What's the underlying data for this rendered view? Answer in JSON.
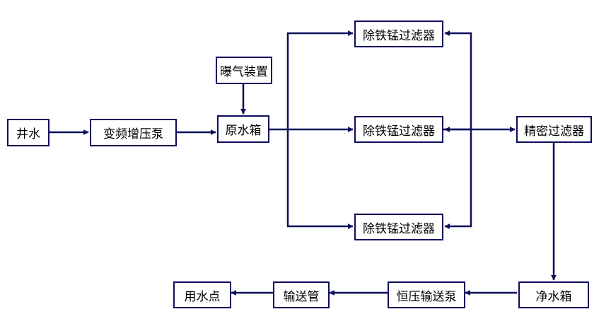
{
  "diagram": {
    "line_color": "#0d0d5c",
    "nodes": {
      "well_water": "井水",
      "booster_pump": "变频增压泵",
      "aeration_device": "曝气装置",
      "raw_water_tank": "原水箱",
      "iron_mn_filter_top": "除铁锰过滤器",
      "iron_mn_filter_middle": "除铁锰过滤器",
      "iron_mn_filter_bottom": "除铁锰过滤器",
      "precision_filter": "精密过滤器",
      "clean_water_tank": "净水箱",
      "constant_pressure_pump": "恒压输送泵",
      "delivery_pipe": "输送管",
      "water_use_point": "用水点"
    }
  }
}
